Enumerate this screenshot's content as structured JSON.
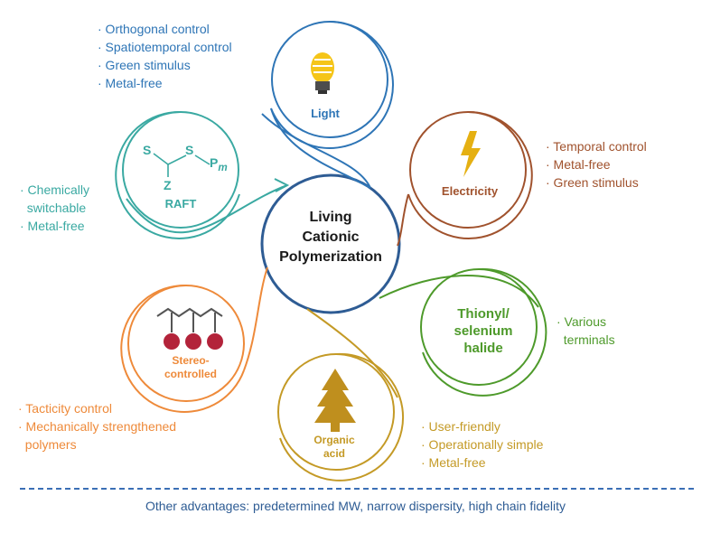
{
  "center": {
    "line1": "Living",
    "line2": "Cationic",
    "line3": "Polymerization"
  },
  "light": {
    "label": "Light",
    "points": [
      "· Orthogonal control",
      "· Spatiotemporal control",
      "· Green stimulus",
      "· Metal-free"
    ],
    "color": "#2e75b6"
  },
  "raft": {
    "label": "RAFT",
    "points": [
      "· Chemically",
      "  switchable",
      "· Metal-free"
    ],
    "chem": {
      "s1": "S",
      "s2": "S",
      "p": "P",
      "m": "m",
      "z": "Z"
    },
    "color": "#3aa9a2"
  },
  "electricity": {
    "label": "Electricity",
    "points": [
      "· Temporal control",
      "· Metal-free",
      "· Green stimulus"
    ],
    "color": "#a0522d"
  },
  "thionyl": {
    "line1": "Thionyl/",
    "line2": "selenium",
    "line3": "halide",
    "points": [
      "· Various",
      "  terminals"
    ],
    "color": "#4e9a2b"
  },
  "stereo": {
    "line1": "Stereo-",
    "line2": "controlled",
    "points": [
      "· Tacticity control",
      "· Mechanically strengthened",
      "  polymers"
    ],
    "color": "#ee8a3a"
  },
  "organic": {
    "line1": "Organic",
    "line2": "acid",
    "points": [
      "· User-friendly",
      "· Operationally simple",
      "· Metal-free"
    ],
    "color": "#c49a26"
  },
  "footer": "Other advantages: predetermined MW, narrow dispersity, high chain fidelity"
}
